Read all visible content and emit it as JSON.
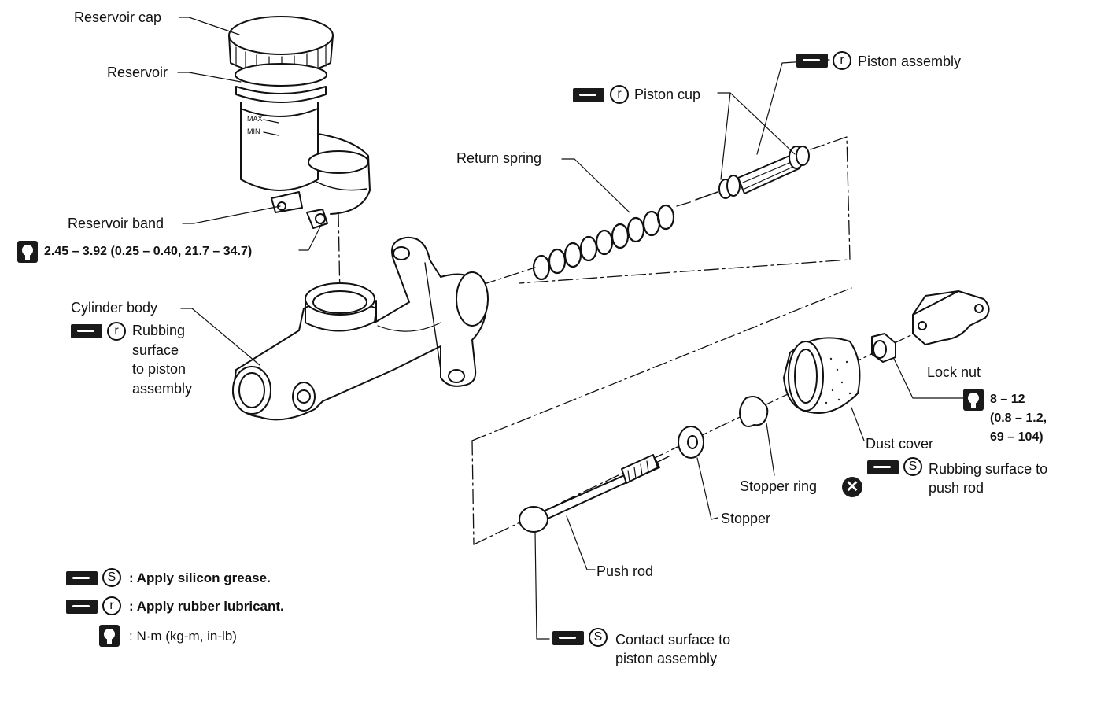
{
  "labels": {
    "reservoir_cap": "Reservoir cap",
    "reservoir": "Reservoir",
    "reservoir_band": "Reservoir band",
    "band_torque": "2.45 – 3.92 (0.25 – 0.40, 21.7 – 34.7)",
    "cylinder_body": "Cylinder body",
    "cylinder_rubbing": "Rubbing\nsurface\nto piston\nassembly",
    "return_spring": "Return spring",
    "piston_cup": "Piston cup",
    "piston_assembly": "Piston assembly",
    "lock_nut": "Lock nut",
    "lock_nut_torque": "8 – 12\n(0.8 – 1.2,\n69 – 104)",
    "dust_cover": "Dust cover",
    "push_rod_rubbing": "Rubbing surface to\npush rod",
    "stopper_ring": "Stopper ring",
    "stopper": "Stopper",
    "push_rod": "Push rod",
    "contact_surface": "Contact surface to\npiston assembly",
    "max_mark": "MAX",
    "min_mark": "MIN"
  },
  "legend": {
    "silicon": ": Apply silicon grease.",
    "rubber": ": Apply rubber lubricant.",
    "torque_units": ": N·m (kg-m, in-lb)"
  },
  "symbols": {
    "silicon_letter": "S",
    "rubber_letter": "r",
    "replace_mark": "✕",
    "grease_icon": "grease-gun-icon",
    "torque_icon": "torque-wrench-icon",
    "replace_icon": "replace-part-icon"
  }
}
